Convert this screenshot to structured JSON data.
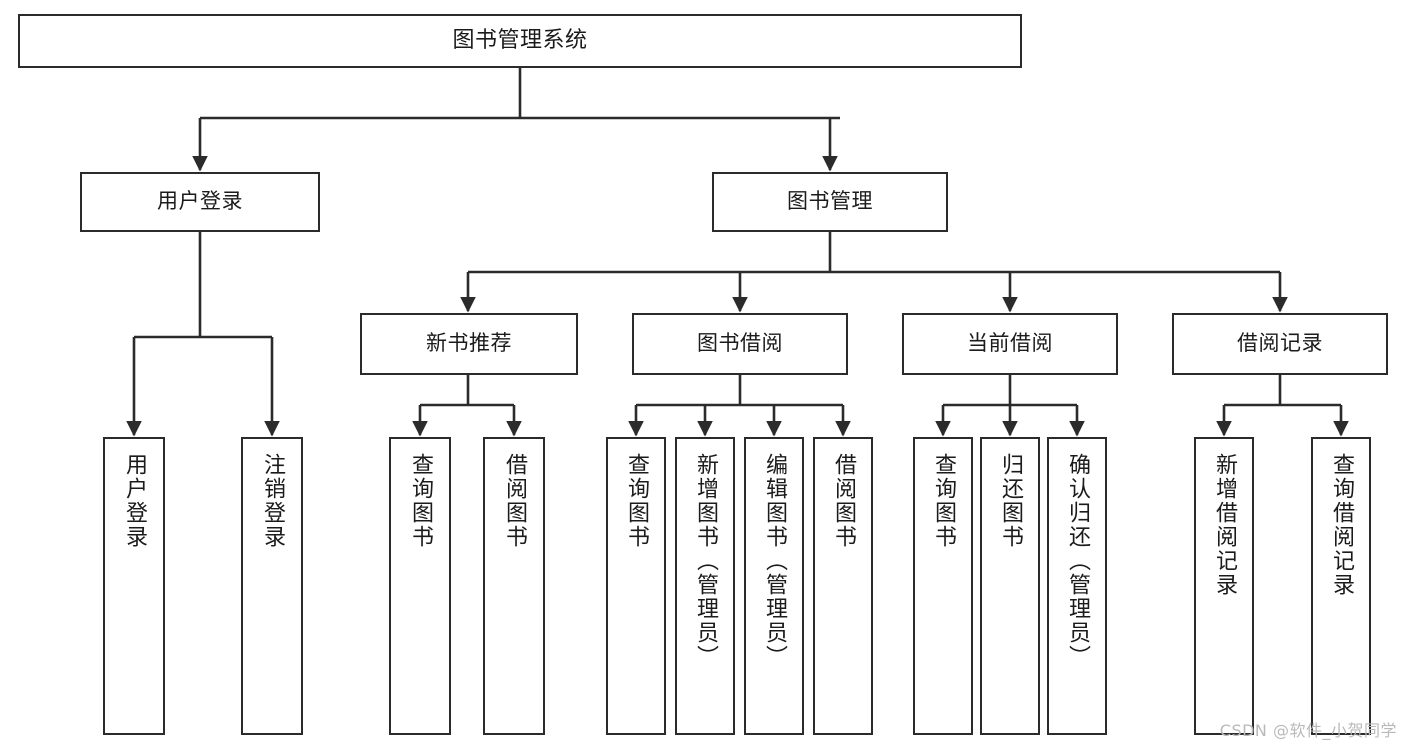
{
  "diagram": {
    "title": "图书管理系统",
    "type": "tree-hierarchy",
    "stroke_color": "#2b2b2b",
    "fill_color": "#ffffff",
    "text_color": "#1b1b1b"
  },
  "watermark": {
    "text": "CSDN @软件_小贺同学",
    "color": "#b9b9b9"
  },
  "nodes": {
    "root": {
      "label": "图书管理系统"
    },
    "level2": [
      {
        "label": "用户登录"
      },
      {
        "label": "图书管理"
      }
    ],
    "level3": [
      {
        "label": "新书推荐"
      },
      {
        "label": "图书借阅"
      },
      {
        "label": "当前借阅"
      },
      {
        "label": "借阅记录"
      }
    ],
    "leaves": {
      "user_login": [
        {
          "label": "用户登录"
        },
        {
          "label": "注销登录"
        }
      ],
      "new_book": [
        {
          "label": "查询图书"
        },
        {
          "label": "借阅图书"
        }
      ],
      "book_borrow": [
        {
          "label": "查询图书"
        },
        {
          "label": "新增图书（管理员）"
        },
        {
          "label": "编辑图书（管理员）"
        },
        {
          "label": "借阅图书"
        }
      ],
      "current_borrow": [
        {
          "label": "查询图书"
        },
        {
          "label": "归还图书"
        },
        {
          "label": "确认归还（管理员）"
        }
      ],
      "borrow_record": [
        {
          "label": "新增借阅记录"
        },
        {
          "label": "查询借阅记录"
        }
      ]
    }
  }
}
